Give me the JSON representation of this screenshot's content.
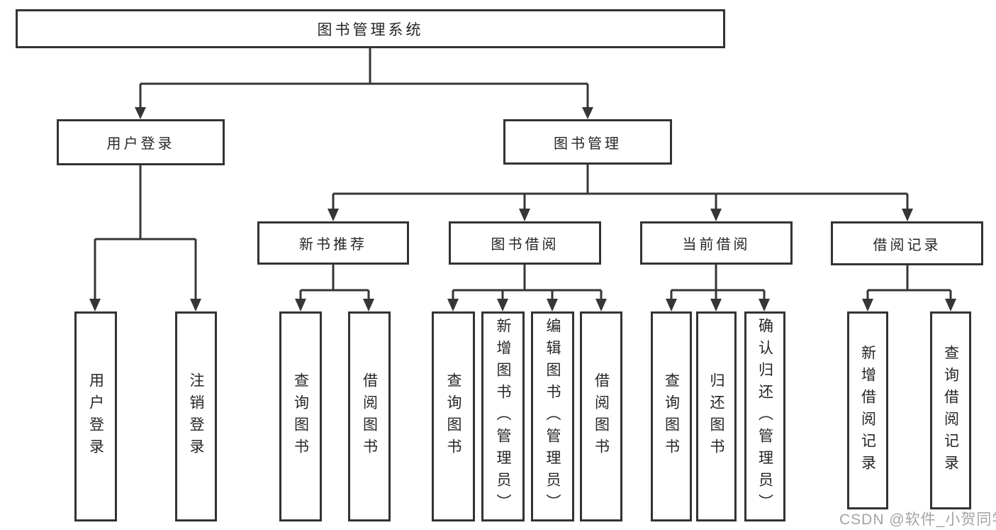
{
  "tree": {
    "root": {
      "label": "图书管理系统",
      "children": [
        {
          "label": "用户登录",
          "children": [
            {
              "label": "用户登录"
            },
            {
              "label": "注销登录"
            }
          ]
        },
        {
          "label": "图书管理",
          "children": [
            {
              "label": "新书推荐",
              "children": [
                {
                  "label": "查询图书"
                },
                {
                  "label": "借阅图书"
                }
              ]
            },
            {
              "label": "图书借阅",
              "children": [
                {
                  "label": "查询图书"
                },
                {
                  "label": "新增图书（管理员）"
                },
                {
                  "label": "编辑图书（管理员）"
                },
                {
                  "label": "借阅图书"
                }
              ]
            },
            {
              "label": "当前借阅",
              "children": [
                {
                  "label": "查询图书"
                },
                {
                  "label": "归还图书"
                },
                {
                  "label": "确认归还（管理员）"
                }
              ]
            },
            {
              "label": "借阅记录",
              "children": [
                {
                  "label": "新增借阅记录"
                },
                {
                  "label": "查询借阅记录"
                }
              ]
            }
          ]
        }
      ]
    }
  },
  "watermark": {
    "text": "CSDN @软件_小贺同学"
  },
  "colors": {
    "line": "#363636",
    "box_border": "#333333",
    "text": "#262626",
    "watermark": "#a3a3a3",
    "background": "#ffffff"
  }
}
